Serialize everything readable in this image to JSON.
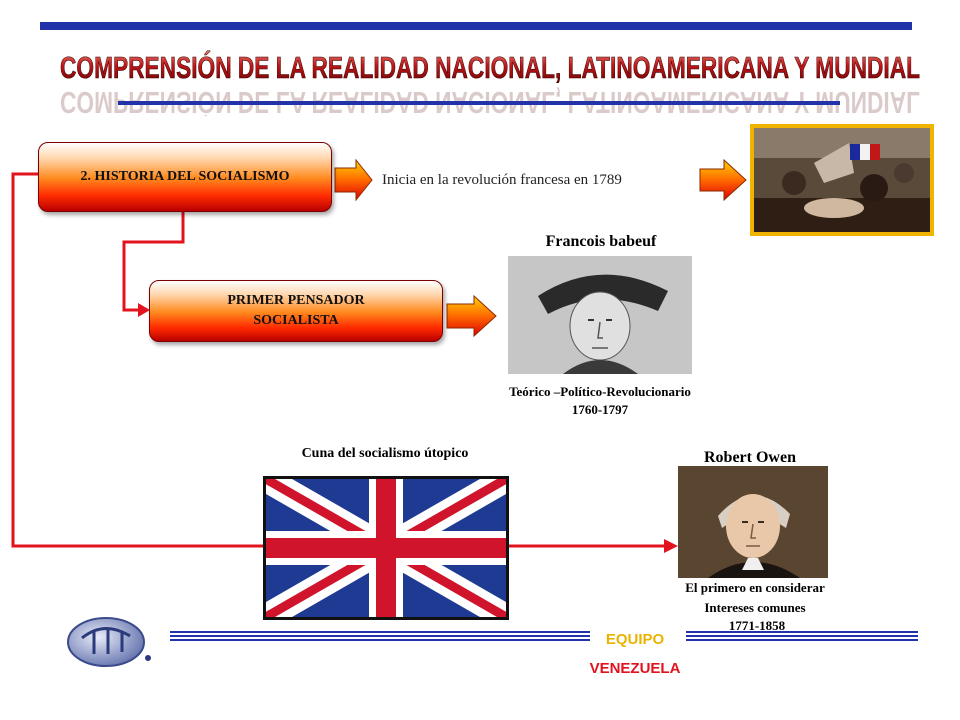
{
  "title": "COMPRENSIÓN DE LA REALIDAD NACIONAL, LATINOAMERICANA Y MUNDIAL",
  "boxes": {
    "historia": "2. HISTORIA DEL SOCIALISMO",
    "primer_line1": "PRIMER PENSADOR",
    "primer_line2": "SOCIALISTA"
  },
  "inicia_text": "Inicia en la revolución francesa en 1789",
  "babeuf": {
    "name": "Francois babeuf",
    "desc": "Teórico –Político-Revolucionario",
    "years": "1760-1797"
  },
  "cuna_text": "Cuna del socialismo útopico",
  "owen": {
    "name": "Robert Owen",
    "desc1": "El primero en considerar",
    "desc2": "Intereses comunes",
    "years": "1771-1858"
  },
  "footer": {
    "equipo": "EQUIPO",
    "venezuela": "VENEZUELA"
  },
  "colors": {
    "accent_blue": "#2233aa",
    "connector_red": "#e3131e",
    "footer_red": "#e3131e",
    "footer_gold": "#e8b400"
  }
}
